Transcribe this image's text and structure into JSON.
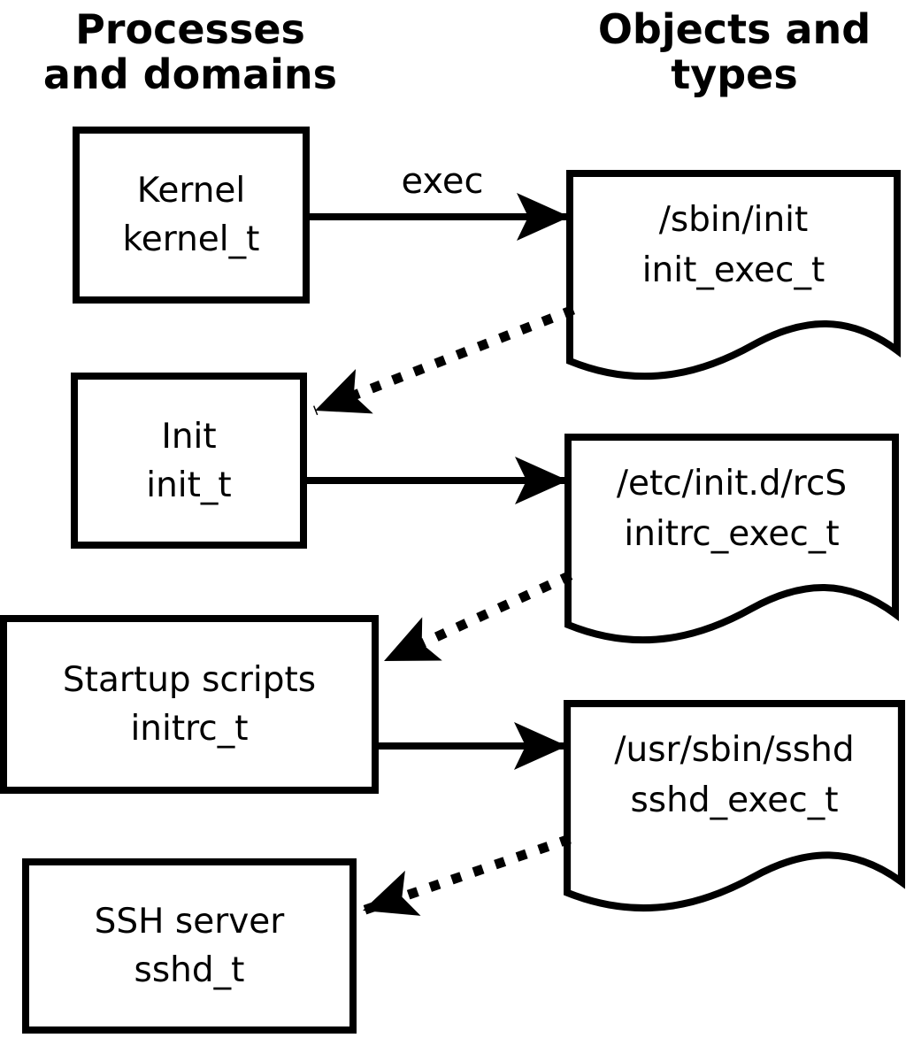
{
  "diagram": {
    "title_columns": {
      "left": {
        "line1": "Processes",
        "line2": "and domains"
      },
      "right": {
        "line1": "Objects and",
        "line2": "types"
      }
    },
    "processes": [
      {
        "name": "Kernel",
        "type": "kernel_t"
      },
      {
        "name": "Init",
        "type": "init_t"
      },
      {
        "name": "Startup scripts",
        "type": "initrc_t"
      },
      {
        "name": "SSH server",
        "type": "sshd_t"
      }
    ],
    "objects": [
      {
        "path": "/sbin/init",
        "type": "init_exec_t"
      },
      {
        "path": "/etc/init.d/rcS",
        "type": "initrc_exec_t"
      },
      {
        "path": "/usr/sbin/sshd",
        "type": "sshd_exec_t"
      }
    ],
    "edges": {
      "exec_label": "exec",
      "solid_arrow_meaning": "exec",
      "dotted_arrow_count": 3,
      "solid_arrow_count": 3
    },
    "colors": {
      "stroke": "#000000",
      "fill": "#ffffff"
    }
  }
}
